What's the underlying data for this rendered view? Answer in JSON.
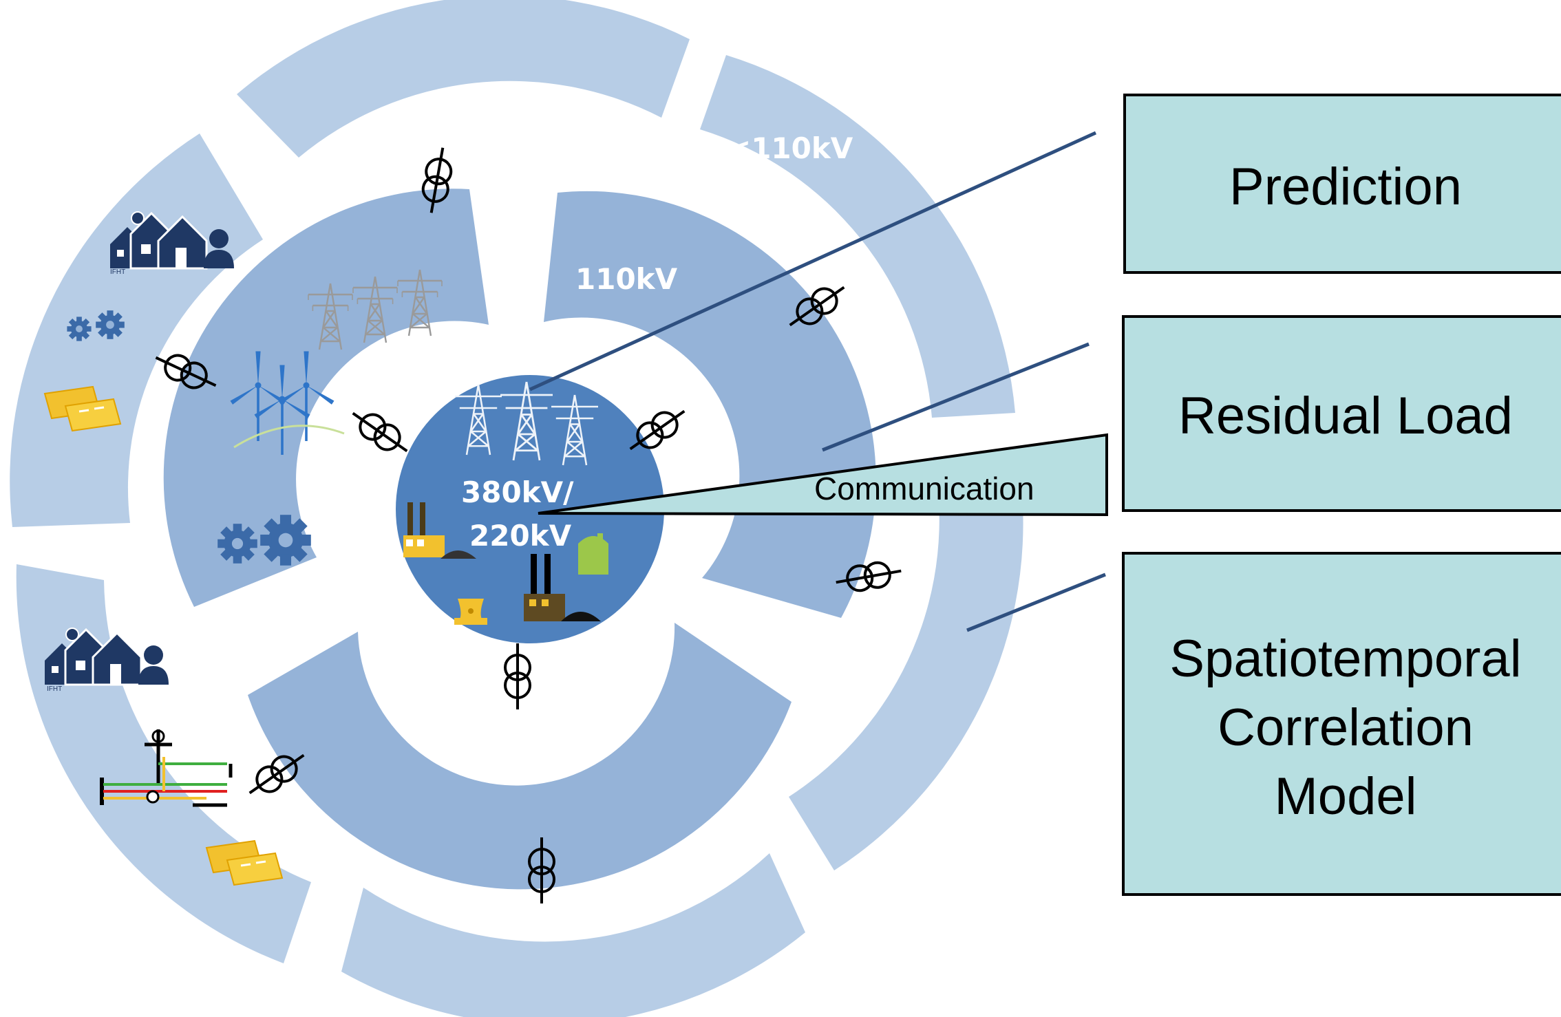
{
  "rings": {
    "outer_label": "<110kV",
    "middle_label": "110kV",
    "center_label_line1": "380kV/",
    "center_label_line2": "220kV"
  },
  "callout": {
    "label": "Communication"
  },
  "boxes": [
    {
      "lines": [
        "Prediction"
      ]
    },
    {
      "lines": [
        "Residual Load"
      ]
    },
    {
      "lines": [
        "Spatiotemporal",
        "Correlation",
        "Model"
      ]
    }
  ],
  "icon_captions": {
    "houses_top": "IFHT",
    "houses_bottom": "IFHT"
  },
  "colors": {
    "outer_ring": "#b7cde6",
    "middle_ring": "#95b3d8",
    "center_disc": "#4f81bd",
    "box_fill": "#b7dfe1",
    "connector_line": "#2e4f7f",
    "gold": "#f2c12e",
    "gear_blue": "#3b6aa8",
    "house_navy": "#1f3864"
  },
  "icons": [
    "transformer-icon",
    "pylon-icon",
    "wind-turbine-icon",
    "gear-icon",
    "houses-icon",
    "solar-panel-icon",
    "power-plant-icon",
    "nuclear-plant-icon",
    "biogas-plant-icon",
    "grid-diagram-icon"
  ]
}
